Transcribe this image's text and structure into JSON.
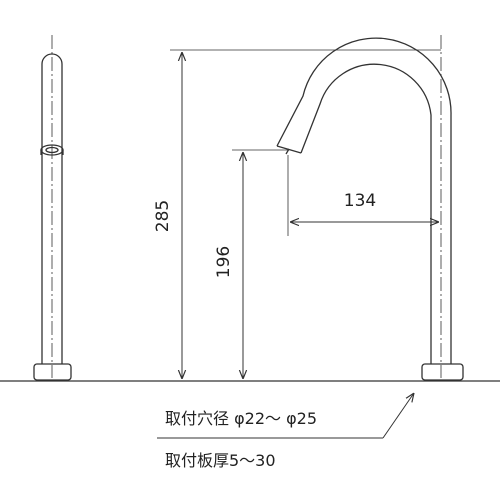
{
  "dimensions": {
    "total_height": "285",
    "spout_height": "196",
    "reach": "134"
  },
  "notes": {
    "mounting_hole": "取付穴径 φ22～ φ25",
    "counter_thickness": "取付板厚5～30"
  }
}
